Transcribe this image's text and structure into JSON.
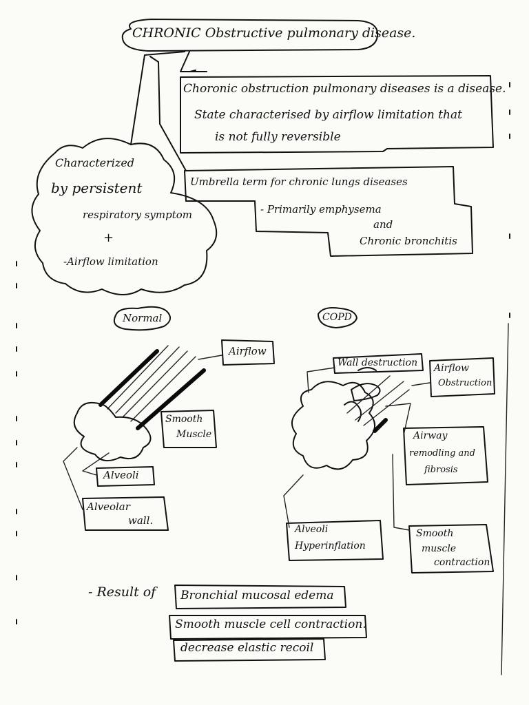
{
  "title": "CHRONIC Obstructive pulmonary disease.",
  "definition": {
    "line1": "Choronic obstruction pulmonary diseases is a disease.",
    "line2": "State characterised by airflow limitation that",
    "line3": "is not fully reversible"
  },
  "umbrella": {
    "line1": "Umbrella term for chronic lungs diseases",
    "line2": "- Primarily emphysema",
    "line3": "and",
    "line4": "Chronic bronchitis"
  },
  "characterized": {
    "line1": "Characterized",
    "line2": "by persistent",
    "line3": "respiratory symptom",
    "line4": "+",
    "line5": "-Airflow limitation"
  },
  "normal": {
    "heading": "Normal",
    "airflow": "Airflow",
    "smooth_muscle": [
      "Smooth",
      "Muscle"
    ],
    "alveoli": "Alveoli",
    "alveolar_wall": [
      "Alveolar",
      "wall."
    ]
  },
  "copd": {
    "heading": "COPD",
    "wall_destruction": "Wall destruction",
    "airflow_obstruction": [
      "Airflow",
      "Obstruction"
    ],
    "airway_remodeling": [
      "Airway",
      "remodling and",
      "fibrosis"
    ],
    "alveoli_hyperinflation": [
      "Alveoli",
      "Hyperinflation"
    ],
    "smooth_muscle_contraction": [
      "Smooth",
      "muscle",
      "contraction"
    ]
  },
  "result": {
    "label": "- Result of",
    "items": [
      "Bronchial mucosal edema",
      "Smooth muscle cell contraction.",
      "decrease elastic recoil"
    ]
  }
}
